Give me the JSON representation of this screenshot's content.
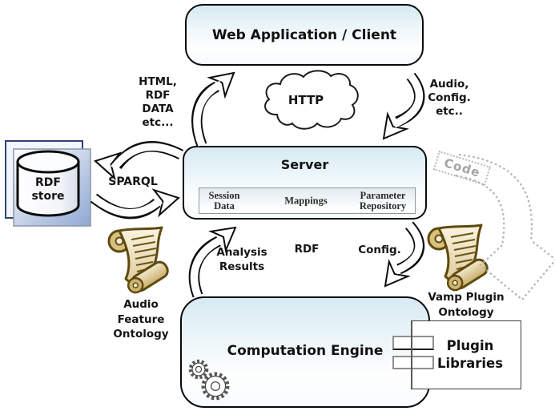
{
  "boxes": {
    "web_app": {
      "title": "Web Application / Client"
    },
    "server": {
      "title": "Server",
      "modules": [
        "Session\nData",
        "Mappings",
        "Parameter\nRepository"
      ]
    },
    "computation_engine": {
      "title": "Computation Engine"
    },
    "plugin_libraries": {
      "title": "Plugin\nLibraries"
    },
    "rdf_store": {
      "title": "RDF\nstore"
    }
  },
  "labels": {
    "html_rdf_data": "HTML,\nRDF\nDATA\netc...",
    "http": "HTTP",
    "audio_config": "Audio,\nConfig.\netc..",
    "sparql": "SPARQL",
    "analysis_results": "Analysis\nResults",
    "rdf": "RDF",
    "config": "Config.",
    "code": "Code",
    "audio_feature_ontology": "Audio\nFeature\nOntology",
    "vamp_plugin_ontology": "Vamp Plugin\nOntology"
  },
  "icons": [
    "rdf-store-database-icon",
    "scroll-icon",
    "gears-icon",
    "http-cloud-icon"
  ],
  "colors": {
    "box_fill_top": "#d7e9f2",
    "box_border": "#0a0a0a",
    "store_blue": "#8fa8d2",
    "store_back_border": "#2e4372",
    "scroll_outline": "#5f4a10",
    "scroll_fill": "#f2e8cb",
    "code_gray": "#a2a2a2",
    "module_panel_top": "#e2eaee"
  }
}
